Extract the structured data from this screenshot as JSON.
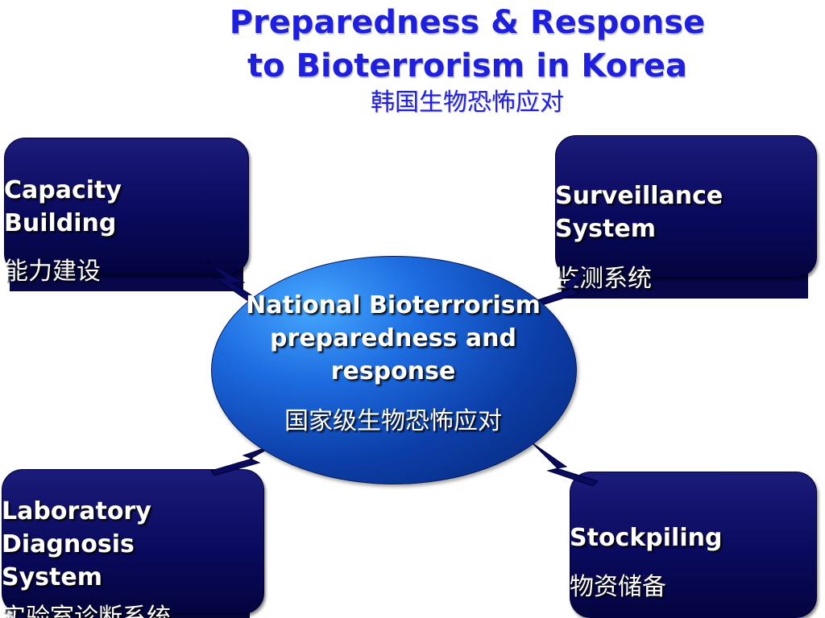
{
  "title": {
    "line1": "Preparedness & Response",
    "line2": "to Bioterrorism in Korea",
    "subtitle": "韩国生物恐怖应对"
  },
  "center": {
    "title_lines": [
      "National Bioterrorism",
      "preparedness and",
      "response"
    ],
    "cn": "国家级生物恐怖应对"
  },
  "nodes": {
    "capacity": {
      "title_lines": [
        "Capacity",
        "Building"
      ],
      "cn": "能力建设"
    },
    "surveillance": {
      "title_lines": [
        "Surveillance",
        "System"
      ],
      "cn": "监测系统"
    },
    "laboratory": {
      "title_lines": [
        "Laboratory",
        "Diagnosis",
        "System"
      ],
      "cn": "实验室诊断系统"
    },
    "stockpiling": {
      "title_lines": [
        "Stockpiling"
      ],
      "cn": "物资储备"
    }
  },
  "colors": {
    "title": "#1f1fe0",
    "box_fill": "#0a0a5e",
    "ellipse_fill": "#1d6be0",
    "connector": "#0a0a5e"
  }
}
